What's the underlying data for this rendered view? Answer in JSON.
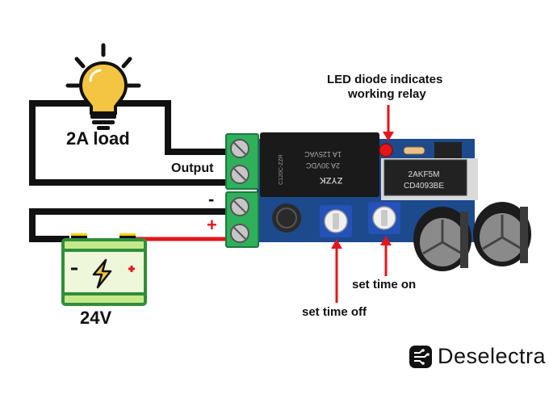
{
  "labels": {
    "load": "2A load",
    "output": "Output",
    "minus": "-",
    "plus": "+",
    "battery": "24V",
    "led_note_line1": "LED diode indicates",
    "led_note_line2": "working relay",
    "set_time_on": "set time on",
    "set_time_off": "set time off"
  },
  "relay_text": {
    "line1": "1A 125VAC",
    "line2": "2A 30VDC",
    "brand": "ZYZK",
    "model": "C120C-ZZR"
  },
  "chip_text": {
    "line1": "2AKF5M",
    "line2": "CD4093BE"
  },
  "brand": {
    "name": "Deselectra"
  },
  "colors": {
    "wire_black": "#111111",
    "wire_red": "#e3161b",
    "terminal_green": "#2fb05a",
    "pcb_blue": "#1c4a8c",
    "bulb_yellow": "#f4c542",
    "battery_fill": "#eef7d9",
    "battery_border": "#2f8f3a",
    "arrow_red": "#e3161b"
  }
}
